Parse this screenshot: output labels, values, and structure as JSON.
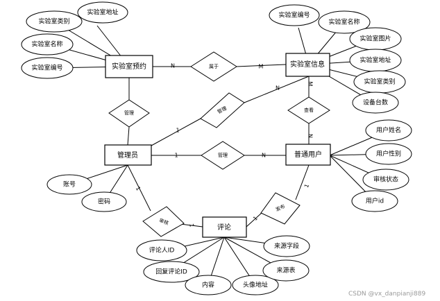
{
  "entities": [
    {
      "id": "lab_booking",
      "label": "实验室预约"
    },
    {
      "id": "lab_info",
      "label": "实验室信息"
    },
    {
      "id": "admin",
      "label": "管理员"
    },
    {
      "id": "user",
      "label": "普通用户"
    },
    {
      "id": "comment",
      "label": "评论"
    }
  ],
  "attributes": [
    {
      "id": "b_type",
      "label": "实验室类别"
    },
    {
      "id": "b_addr",
      "label": "实验室地址"
    },
    {
      "id": "b_name",
      "label": "实验室名称"
    },
    {
      "id": "b_no",
      "label": "实验室编号"
    },
    {
      "id": "i_no",
      "label": "实验室编号"
    },
    {
      "id": "i_name",
      "label": "实验室名称"
    },
    {
      "id": "i_img",
      "label": "实验室图片"
    },
    {
      "id": "i_addr",
      "label": "实验室地址"
    },
    {
      "id": "i_type",
      "label": "实验室类别"
    },
    {
      "id": "i_dev",
      "label": "设备台数"
    },
    {
      "id": "a_acc",
      "label": "账号"
    },
    {
      "id": "a_pwd",
      "label": "密码"
    },
    {
      "id": "u_name",
      "label": "用户姓名"
    },
    {
      "id": "u_gender",
      "label": "用户性别"
    },
    {
      "id": "u_status",
      "label": "审核状态"
    },
    {
      "id": "u_id",
      "label": "用户id"
    },
    {
      "id": "c_uid",
      "label": "评论人ID"
    },
    {
      "id": "c_reply",
      "label": "回复评论ID"
    },
    {
      "id": "c_content",
      "label": "内容"
    },
    {
      "id": "c_avatar",
      "label": "头像地址"
    },
    {
      "id": "c_src_tbl",
      "label": "来源表"
    },
    {
      "id": "c_src_fld",
      "label": "来源字段"
    }
  ],
  "relationships": [
    {
      "id": "r_belongs",
      "label": "属于"
    },
    {
      "id": "r_manage1",
      "label": "管理"
    },
    {
      "id": "r_manage2",
      "label": "管理"
    },
    {
      "id": "r_manage3",
      "label": "管理"
    },
    {
      "id": "r_view",
      "label": "查看"
    },
    {
      "id": "r_audit",
      "label": "审核"
    },
    {
      "id": "r_publish",
      "label": "发布"
    }
  ],
  "cardinalities": [
    {
      "id": "c1",
      "label": "N"
    },
    {
      "id": "c2",
      "label": "M"
    },
    {
      "id": "c3",
      "label": "N"
    },
    {
      "id": "c4",
      "label": "1"
    },
    {
      "id": "c5",
      "label": "1"
    },
    {
      "id": "c6",
      "label": "N"
    },
    {
      "id": "c7",
      "label": "M"
    },
    {
      "id": "c8",
      "label": "N"
    },
    {
      "id": "c9",
      "label": "1"
    },
    {
      "id": "c10",
      "label": "1"
    },
    {
      "id": "c11",
      "label": "1"
    },
    {
      "id": "c12",
      "label": "1"
    }
  ],
  "watermark": "CSDN @vx_danpianji889"
}
